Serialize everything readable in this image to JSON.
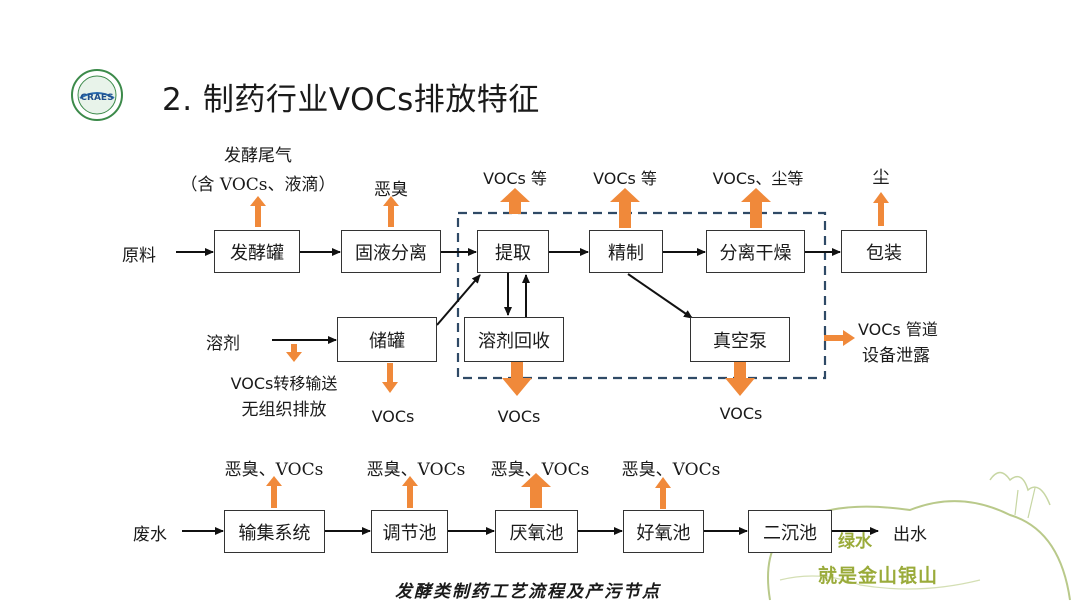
{
  "title": "2. 制药行业VOCs排放特征",
  "caption": "发酵类制药工艺流程及产污节点",
  "logo": {
    "text": "CRAES"
  },
  "slogan": {
    "line1": "绿水",
    "line2": "就是金山银山"
  },
  "colors": {
    "arrow_orange": "#f0893a",
    "line": "#111111",
    "dash": "#2f4a66",
    "slogan": "#9aab3a"
  },
  "process": {
    "raw": "原料",
    "ferment": "发酵罐",
    "separate": "固液分离",
    "extract": "提取",
    "refine": "精制",
    "dry": "分离干燥",
    "package": "包装",
    "solvent": "溶剂",
    "tank": "储罐",
    "recovery": "溶剂回收",
    "pump": "真空泵"
  },
  "emissions": {
    "ferment_gas_1": "发酵尾气",
    "ferment_gas_2": "（含 VOCs、液滴）",
    "separate_odor": "恶臭",
    "extract_vocs": "VOCs 等",
    "refine_vocs": "VOCs 等",
    "dry_vocs": "VOCs、尘等",
    "package_dust": "尘",
    "leak_1": "VOCs 管道",
    "leak_2": "设备泄露",
    "transfer_1": "VOCs转移输送",
    "transfer_2": "无组织排放",
    "tank_vocs": "VOCs",
    "recovery_vocs": "VOCs",
    "pump_vocs": "VOCs"
  },
  "wastewater": {
    "input": "废水",
    "collect": "输集系统",
    "adjust": "调节池",
    "anaerobic": "厌氧池",
    "aerobic": "好氧池",
    "settle": "二沉池",
    "output": "出水",
    "odor": "恶臭、VOCs"
  }
}
